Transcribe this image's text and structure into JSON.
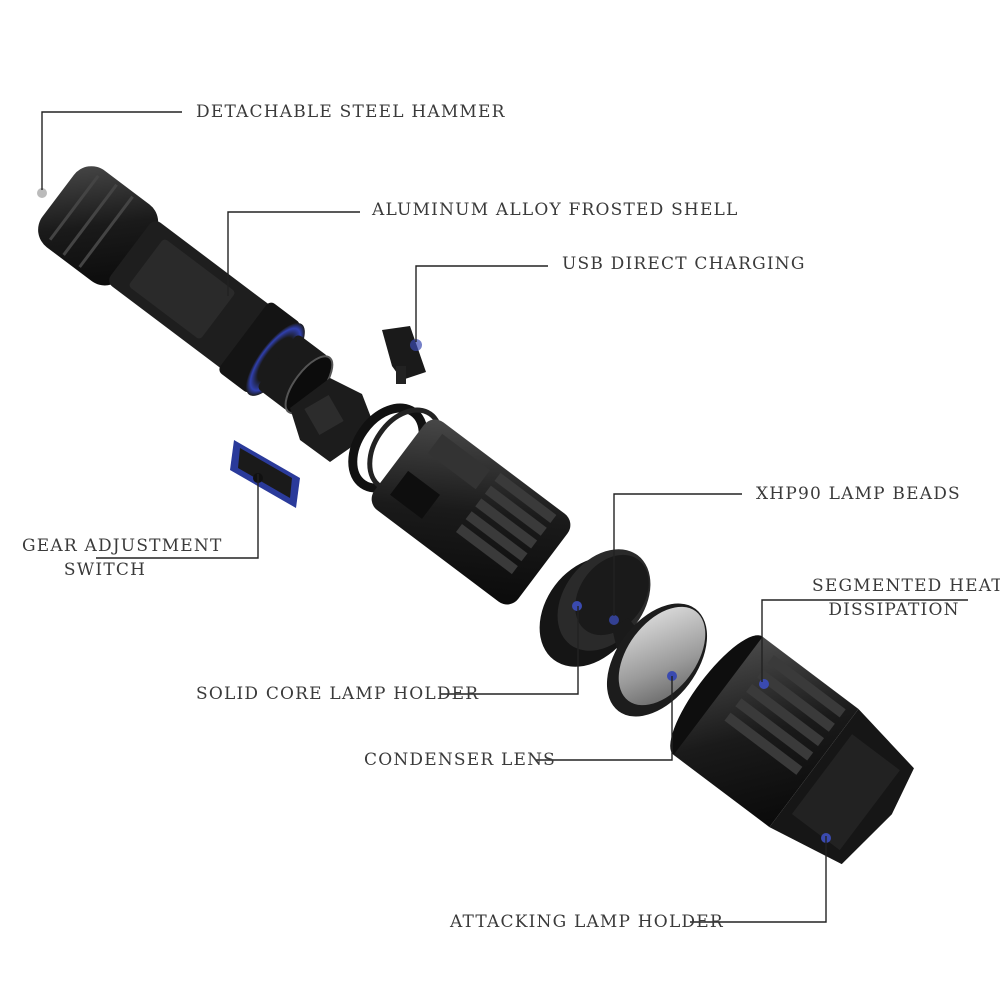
{
  "labels": {
    "hammer": "DETACHABLE STEEL HAMMER",
    "shell": "ALUMINUM ALLOY FROSTED SHELL",
    "usb": "USB DIRECT CHARGING",
    "lamp_beads": "XHP90 LAMP BEADS",
    "gear_switch_line1": "GEAR ADJUSTMENT",
    "gear_switch_line2": "SWITCH",
    "heat_line1": "SEGMENTED HEAT",
    "heat_line2": "DISSIPATION",
    "lamp_holder": "SOLID CORE LAMP HOLDER",
    "condenser": "CONDENSER LENS",
    "attacking": "ATTACKING LAMP HOLDER"
  },
  "colors": {
    "background": "#ffffff",
    "body": "#1c1c1c",
    "accent_blue": "#2a3a9a",
    "leader_line": "#222222",
    "label_text": "#3a3a3a"
  }
}
